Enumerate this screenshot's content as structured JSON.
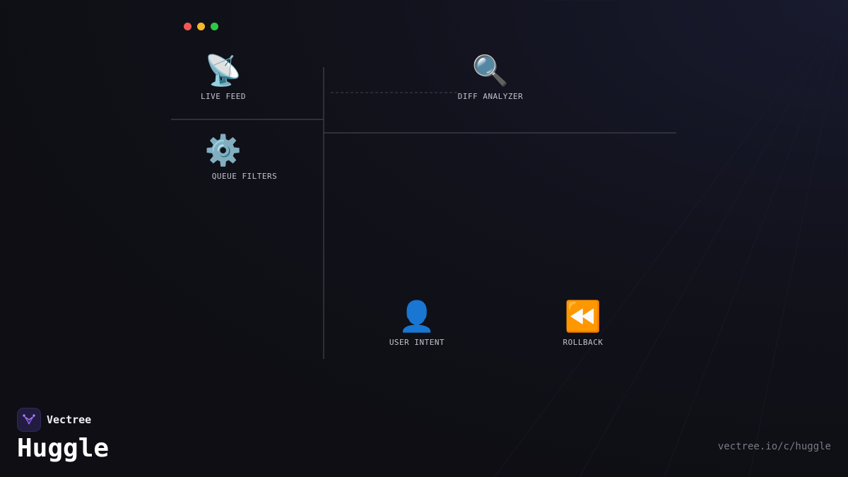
{
  "window": {
    "traffic_lights": [
      {
        "name": "close",
        "color": "#ee5a52"
      },
      {
        "name": "minimize",
        "color": "#f5b82e"
      },
      {
        "name": "maximize",
        "color": "#2fc844"
      }
    ]
  },
  "nodes": [
    {
      "id": "live-feed",
      "label": "LIVE FEED",
      "icon": "satellite-antenna-icon",
      "glyph": "📡"
    },
    {
      "id": "diff-analyzer",
      "label": "DIFF ANALYZER",
      "icon": "magnifying-glass-icon",
      "glyph": "🔍"
    },
    {
      "id": "queue-filters",
      "label": "QUEUE FILTERS",
      "icon": "gear-icon",
      "glyph": "⚙️"
    },
    {
      "id": "user-intent",
      "label": "USER INTENT",
      "icon": "user-silhouette-icon",
      "glyph": "👤"
    },
    {
      "id": "rollback",
      "label": "ROLLBACK",
      "icon": "rewind-icon",
      "glyph": "⏪"
    }
  ],
  "brand": {
    "name": "Vectree",
    "logo_icon": "vectree-logo-icon",
    "accent": "#8b5cf6"
  },
  "project": {
    "title": "Huggle",
    "url": "vectree.io/c/huggle"
  }
}
